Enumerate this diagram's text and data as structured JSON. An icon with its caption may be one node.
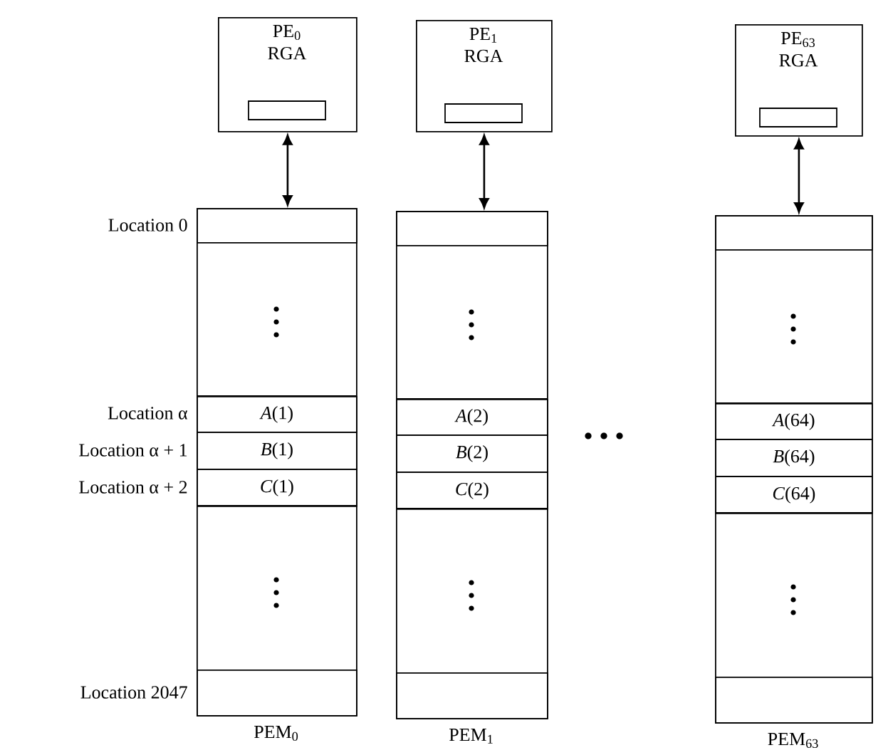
{
  "diagram": {
    "nodes": [
      {
        "text": [
          "PE$_{0}$",
          "RGA"
        ]
      },
      {
        "text": [],
        "shape": "box",
        "in": 0
      },
      {
        "text": [
          "PE$_{1}$",
          "RGA"
        ]
      },
      {
        "text": [],
        "shape": "box",
        "in": 2
      },
      {
        "text": [
          "PE$_{63}$",
          "RGA"
        ]
      },
      {
        "text": [],
        "shape": "box",
        "in": 4
      },
      {
        "text": [
          "PEM$_{0}$"
        ]
      },
      {
        "text": [],
        "shape": "box",
        "in": 6
      },
      {
        "text": [
          "*A*(1)"
        ],
        "in": 6
      },
      {
        "text": [
          "*B*(1)"
        ],
        "in": 6
      },
      {
        "text": [
          "*C*(1)"
        ],
        "in": 6
      },
      {
        "text": [],
        "shape": "box",
        "in": 6
      },
      {
        "text": [
          "PEM$_{1}$"
        ]
      },
      {
        "text": [],
        "shape": "box",
        "in": 12
      },
      {
        "text": [
          "*A*(2)"
        ],
        "in": 12
      },
      {
        "text": [
          "*B*(2)"
        ],
        "in": 12
      },
      {
        "text": [
          "*C*(2)"
        ],
        "in": 12
      },
      {
        "text": [],
        "shape": "box",
        "in": 12
      },
      {
        "text": [
          "PEM$_{63}$"
        ]
      },
      {
        "text": [],
        "shape": "box",
        "in": 18
      },
      {
        "text": [
          "*A*(64)"
        ],
        "in": 18
      },
      {
        "text": [
          "*B*(64)"
        ],
        "in": 18
      },
      {
        "text": [
          "*C*(64)"
        ],
        "in": 18
      },
      {
        "text": [],
        "shape": "box",
        "in": 18
      }
    ],
    "edges": [
      {
        "from": 0,
        "to": 6,
        "arrow": "both"
      },
      {
        "from": 2,
        "to": 12,
        "arrow": "both"
      },
      {
        "from": 4,
        "to": 18,
        "arrow": "both"
      }
    ],
    "labels": [
      "Location 0",
      "Location α",
      "Location α + 1",
      "Location α + 2",
      "Location 2047"
    ]
  }
}
